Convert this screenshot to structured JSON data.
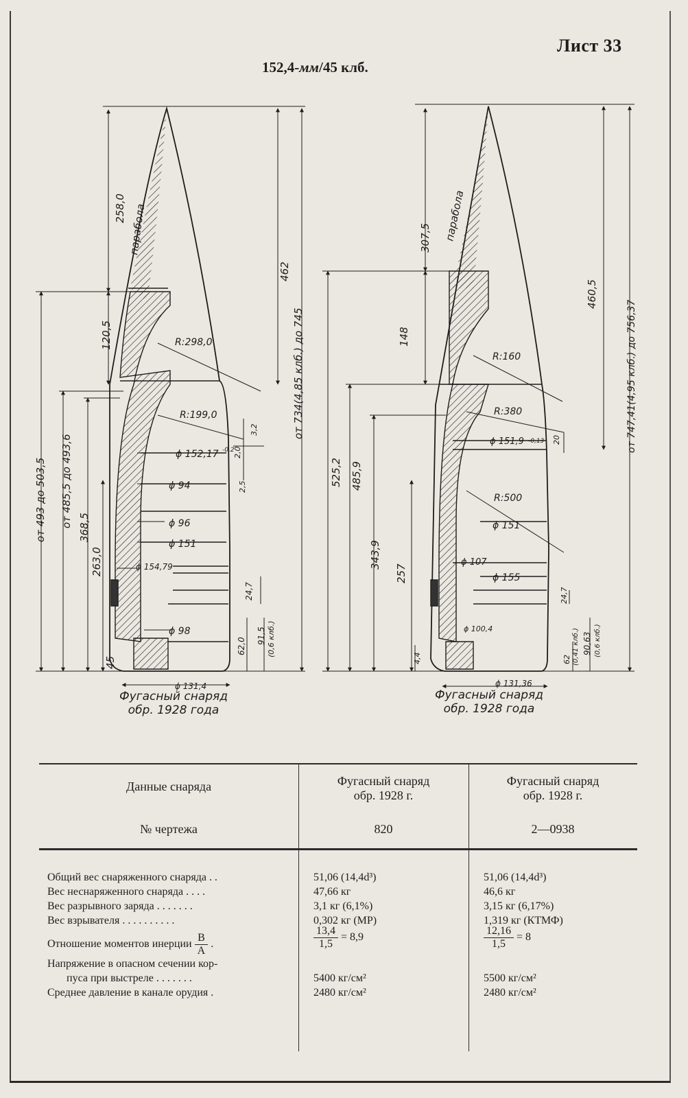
{
  "sheet_label": "Лист 33",
  "caliber": {
    "number": "152,4-",
    "unit": "мм",
    "rest": "/45 клб."
  },
  "drawings": {
    "left": {
      "caption_line1": "Фугасный снаряд",
      "caption_line2": "обр. 1928 года",
      "parabola": "парабола",
      "dims": [
        "258,0",
        "120,5",
        "R:298,0",
        "R:199,0",
        "462",
        "от 734(4,85 клб.) до 745",
        "от 493 до 503,5",
        "от 485,5 до 493,6",
        "368,5",
        "263,0",
        "45",
        "ϕ 152,17",
        "-0,2",
        "ϕ 94",
        "ϕ 96",
        "ϕ 151",
        "ϕ 154,79",
        "ϕ 98",
        "ϕ 131,4",
        "3,2",
        "2,0",
        "2,5",
        "24,7",
        "62,0",
        "91,5",
        "(0,6 клб.)"
      ]
    },
    "right": {
      "caption_line1": "Фугасный снаряд",
      "caption_line2": "обр. 1928 года",
      "parabola": "парабола",
      "dims": [
        "307,5",
        "148",
        "R:160",
        "R:380",
        "R:500",
        "460,5",
        "от 747,41(4,95 клб.) до 756,37",
        "525,2",
        "485,9",
        "343,9",
        "257",
        "4,4",
        "ϕ 151,9",
        "-0,13",
        "20",
        "ϕ 151",
        "ϕ 107",
        "ϕ 155",
        "ϕ 100,4",
        "ϕ 131,36",
        "24,7",
        "62",
        "(0,41 клб.)",
        "90,63",
        "(0,6 клб.)"
      ]
    }
  },
  "table": {
    "header_data": "Данные снаряда",
    "header_drawing_no": "№ чертежа",
    "col1_title_line1": "Фугасный снаряд",
    "col1_title_line2": "обр. 1928 г.",
    "col1_drawing_no": "820",
    "col2_title_line1": "Фугасный снаряд",
    "col2_title_line2": "обр. 1928 г.",
    "col2_drawing_no": "2—0938",
    "rows": [
      {
        "label": "Общий вес снаряженного снаряда . .",
        "v1": "51,06 (14,4d³)",
        "v2": "51,06 (14,4d³)"
      },
      {
        "label": "Вес неснаряженного снаряда . . . .",
        "v1": "47,66 кг",
        "v2": "46,6 кг"
      },
      {
        "label": "Вес разрывного заряда . . . . . . .",
        "v1": "3,1 кг (6,1%)",
        "v2": "3,15 кг (6,17%)"
      },
      {
        "label": "Вес взрывателя . . . . . . . . . .",
        "v1": "0,302 кг (МР)",
        "v2": "1,319 кг (КТМФ)"
      },
      {
        "label": "Отношение моментов инерции",
        "frac_num": "B",
        "frac_den": "A",
        "v1_num": "13,4",
        "v1_den": "1,5",
        "v1_res": "= 8,9",
        "v2_num": "12,16",
        "v2_den": "1,5",
        "v2_res": "= 8"
      },
      {
        "label": "Напряжение в опасном сечении кор-",
        "label2": "пуса при выстреле . . . . . . .",
        "v1": "5400 кг/см²",
        "v2": "5500 кг/см²"
      },
      {
        "label": "Среднее давление в канале орудия .",
        "v1": "2480 кг/см²",
        "v2": "2480 кг/см²"
      }
    ]
  }
}
